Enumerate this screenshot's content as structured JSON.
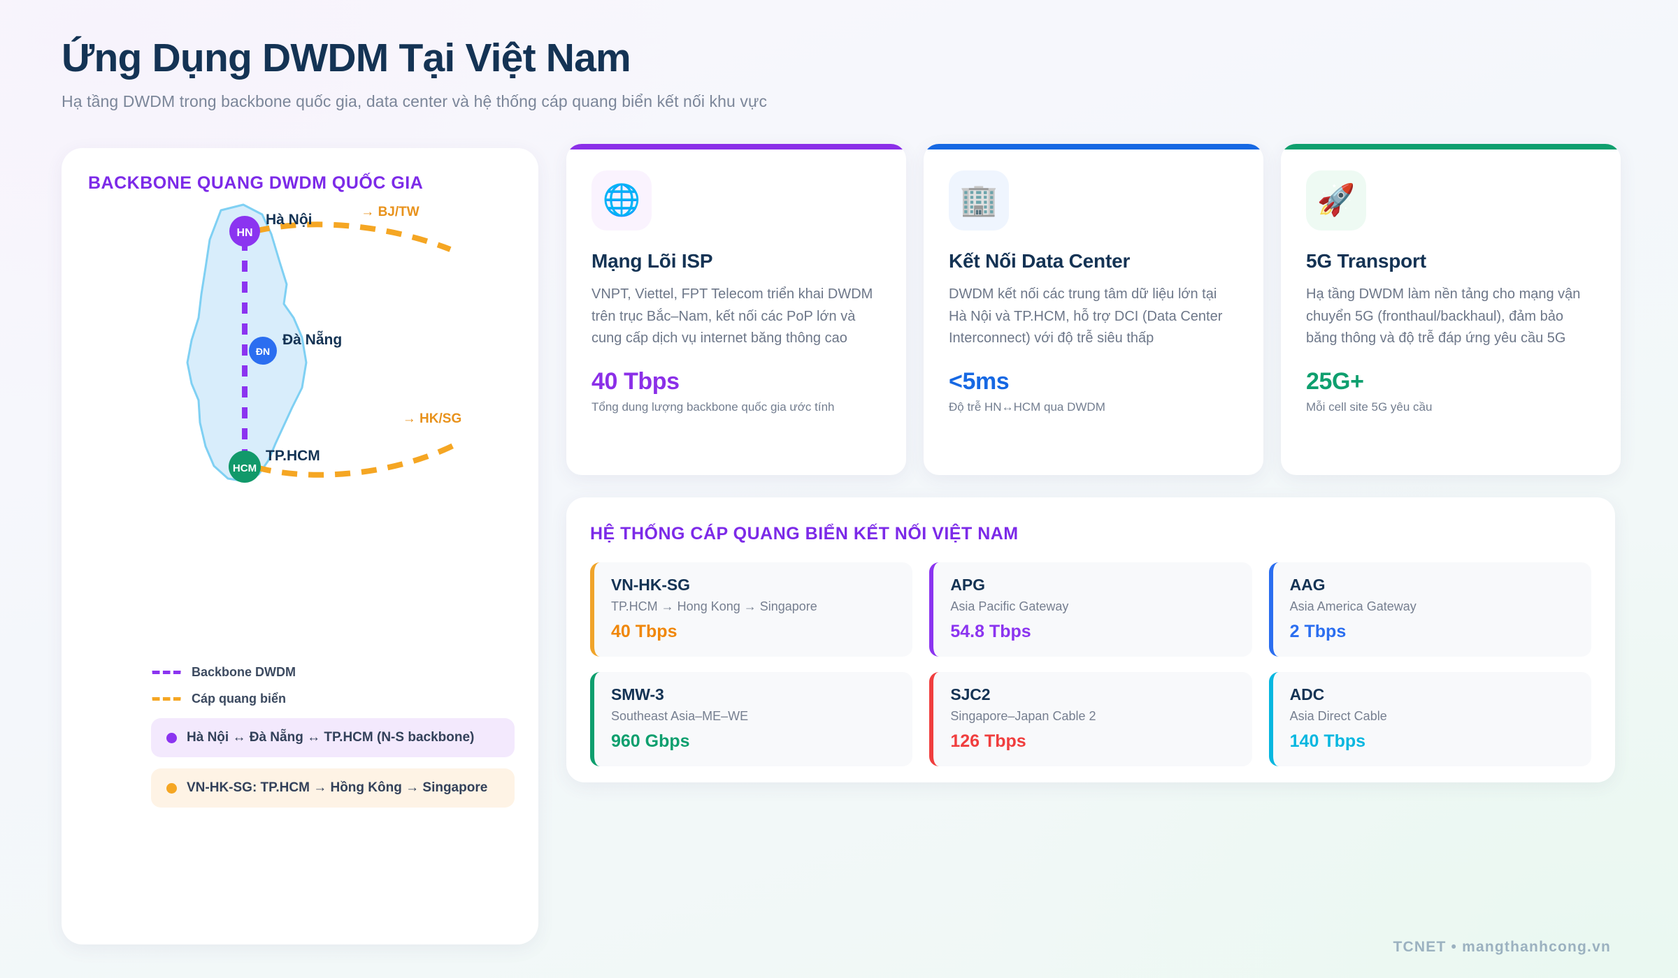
{
  "header": {
    "title": "Ứng Dụng DWDM Tại Việt Nam",
    "subtitle": "Hạ tầng DWDM trong backbone quốc gia, data center và hệ thống cáp quang biển kết nối khu vực"
  },
  "map_panel": {
    "title": "BACKBONE QUANG DWDM QUỐC GIA",
    "nodes": [
      {
        "code": "HN",
        "label": "Hà Nội",
        "color": "#8b34f0"
      },
      {
        "code": "ĐN",
        "label": "Đà Nẵng",
        "color": "#2b6ef0"
      },
      {
        "code": "HCM",
        "label": "TP.HCM",
        "color": "#11996a"
      }
    ],
    "sea_routes": [
      {
        "label": "→ BJ/TW",
        "color": "#e8921c"
      },
      {
        "label": "→ HK/SG",
        "color": "#e8921c"
      }
    ],
    "legend": [
      {
        "label": "Backbone DWDM",
        "color": "#8b34f0"
      },
      {
        "label": "Cáp quang biển",
        "color": "#f5a623"
      }
    ],
    "pills": [
      {
        "label": "Hà Nội ↔ Đà Nẵng ↔ TP.HCM (N-S backbone)",
        "color": "#8b34f0",
        "bg": "#f3e9fd"
      },
      {
        "label": "VN-HK-SG: TP.HCM → Hồng Kông → Singapore",
        "color": "#f5a623",
        "bg": "#fef3e5"
      }
    ]
  },
  "feature_cards": [
    {
      "icon": "globe-icon",
      "glyph": "🌐",
      "accent": "#8b2fe8",
      "icon_bg": "#faf3fe",
      "title": "Mạng Lõi ISP",
      "desc": "VNPT, Viettel, FPT Telecom triển khai DWDM trên trục Bắc–Nam, kết nối các PoP lớn và cung cấp dịch vụ internet băng thông cao",
      "stat": "40 Tbps",
      "stat_color": "#8b2fe8",
      "stat_label": "Tổng dung lượng backbone quốc gia ước tính"
    },
    {
      "icon": "office-building-icon",
      "glyph": "🏢",
      "accent": "#1668e3",
      "icon_bg": "#eff5fe",
      "title": "Kết Nối Data Center",
      "desc": "DWDM kết nối các trung tâm dữ liệu lớn tại Hà Nội và TP.HCM, hỗ trợ DCI (Data Center Interconnect) với độ trễ siêu thấp",
      "stat": "<5ms",
      "stat_color": "#1668e3",
      "stat_label": "Độ trễ HN↔HCM qua DWDM"
    },
    {
      "icon": "rocket-icon",
      "glyph": "🚀",
      "accent": "#0e9f6e",
      "icon_bg": "#eefaf3",
      "title": "5G Transport",
      "desc": "Hạ tầng DWDM làm nền tảng cho mạng vận chuyển 5G (fronthaul/backhaul), đảm bảo băng thông và độ trễ đáp ứng yêu cầu 5G",
      "stat": "25G+",
      "stat_color": "#0e9f6e",
      "stat_label": "Mỗi cell site 5G yêu cầu"
    }
  ],
  "cable_panel": {
    "title": "HỆ THỐNG CÁP QUANG BIỂN KẾT NỐI VIỆT NAM",
    "cables": [
      {
        "name": "VN-HK-SG",
        "route": "TP.HCM → Hong Kong → Singapore",
        "capacity": "40 Tbps",
        "color": "#f0a42a"
      },
      {
        "name": "APG",
        "route": "Asia Pacific Gateway",
        "capacity": "54.8 Tbps",
        "color": "#8b34f0"
      },
      {
        "name": "AAG",
        "route": "Asia America Gateway",
        "capacity": "2 Tbps",
        "color": "#2b6ef0"
      },
      {
        "name": "SMW-3",
        "route": "Southeast Asia–ME–WE",
        "capacity": "960 Gbps",
        "color": "#0e9f6e"
      },
      {
        "name": "SJC2",
        "route": "Singapore–Japan Cable 2",
        "capacity": "126 Tbps",
        "color": "#f03e3e"
      },
      {
        "name": "ADC",
        "route": "Asia Direct Cable",
        "capacity": "140 Tbps",
        "color": "#08b7e0"
      }
    ]
  },
  "footer": {
    "text": "TCNET • mangthanhcong.vn"
  }
}
